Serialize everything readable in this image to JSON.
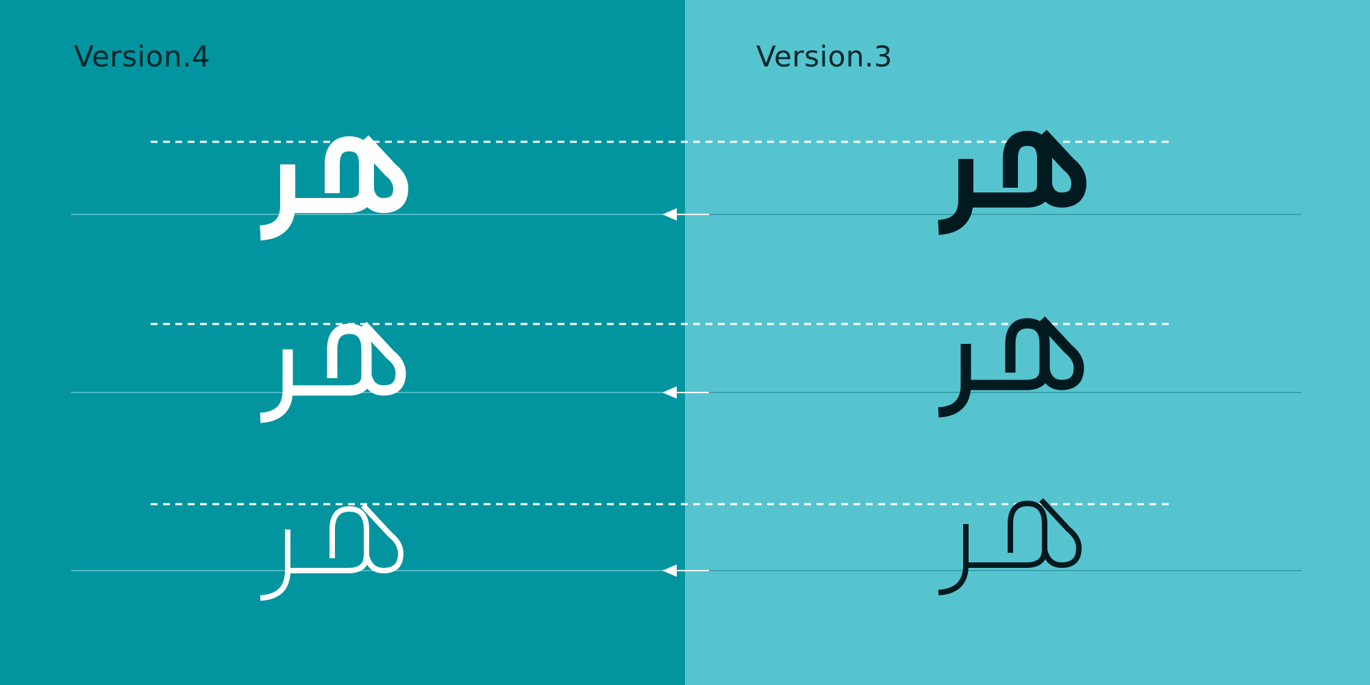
{
  "colors": {
    "left_background": "#02959F",
    "right_background": "#56C4CF",
    "left_glyph": "#FFFFFF",
    "right_glyph": "#001A1F",
    "left_label": "#00262B",
    "right_label": "#00262B",
    "guide_dashed": "#FFFFFF",
    "baseline_left": "#4DBDC6",
    "baseline_right": "#3AA3AE",
    "arrow": "#FFFFFF"
  },
  "left": {
    "label": "Version.4"
  },
  "right": {
    "label": "Version.3"
  },
  "rows": [
    {
      "weight": "bold"
    },
    {
      "weight": "regular"
    },
    {
      "weight": "light"
    }
  ],
  "icons": {
    "comparison_arrow": "arrow-left-icon",
    "glyph": "arabic-ligature-glyph"
  }
}
